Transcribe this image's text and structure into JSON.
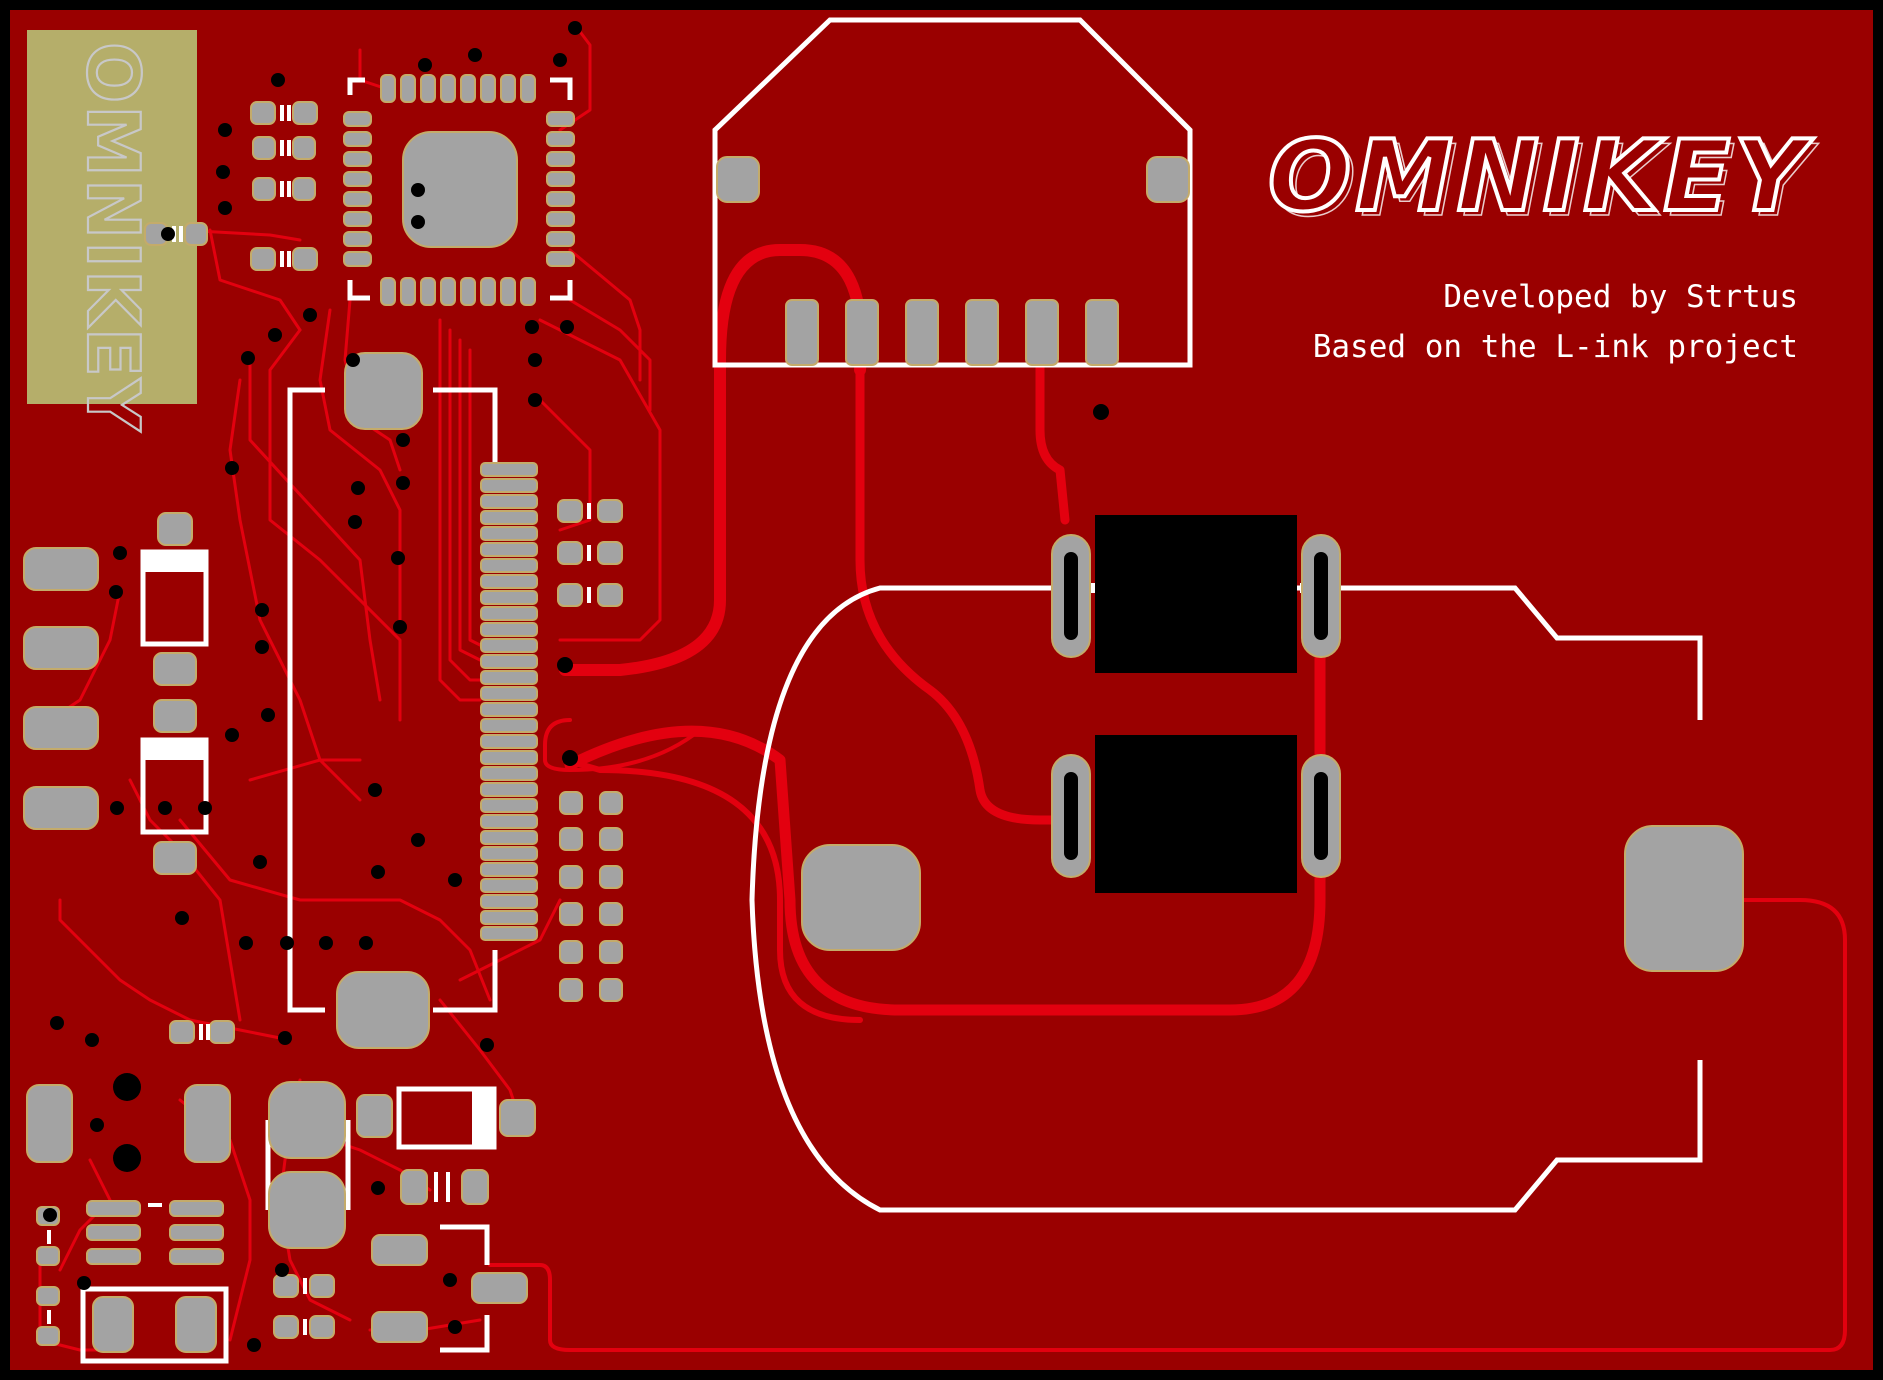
{
  "board": {
    "logo_main": "OMNIKEY",
    "logo_antenna": "OMNIKEY",
    "credit_line1": "Developed by Strtus",
    "credit_line2": "Based on the L-ink project"
  },
  "colors": {
    "substrate": "#9a0000",
    "copper_trace": "#e0000d",
    "pad": "#a3a3a3",
    "pad_outline": "#c8b070",
    "silkscreen": "#ffffff",
    "gold_plate": "#b5ae6a",
    "via": "#000000",
    "component_body": "#000000"
  }
}
